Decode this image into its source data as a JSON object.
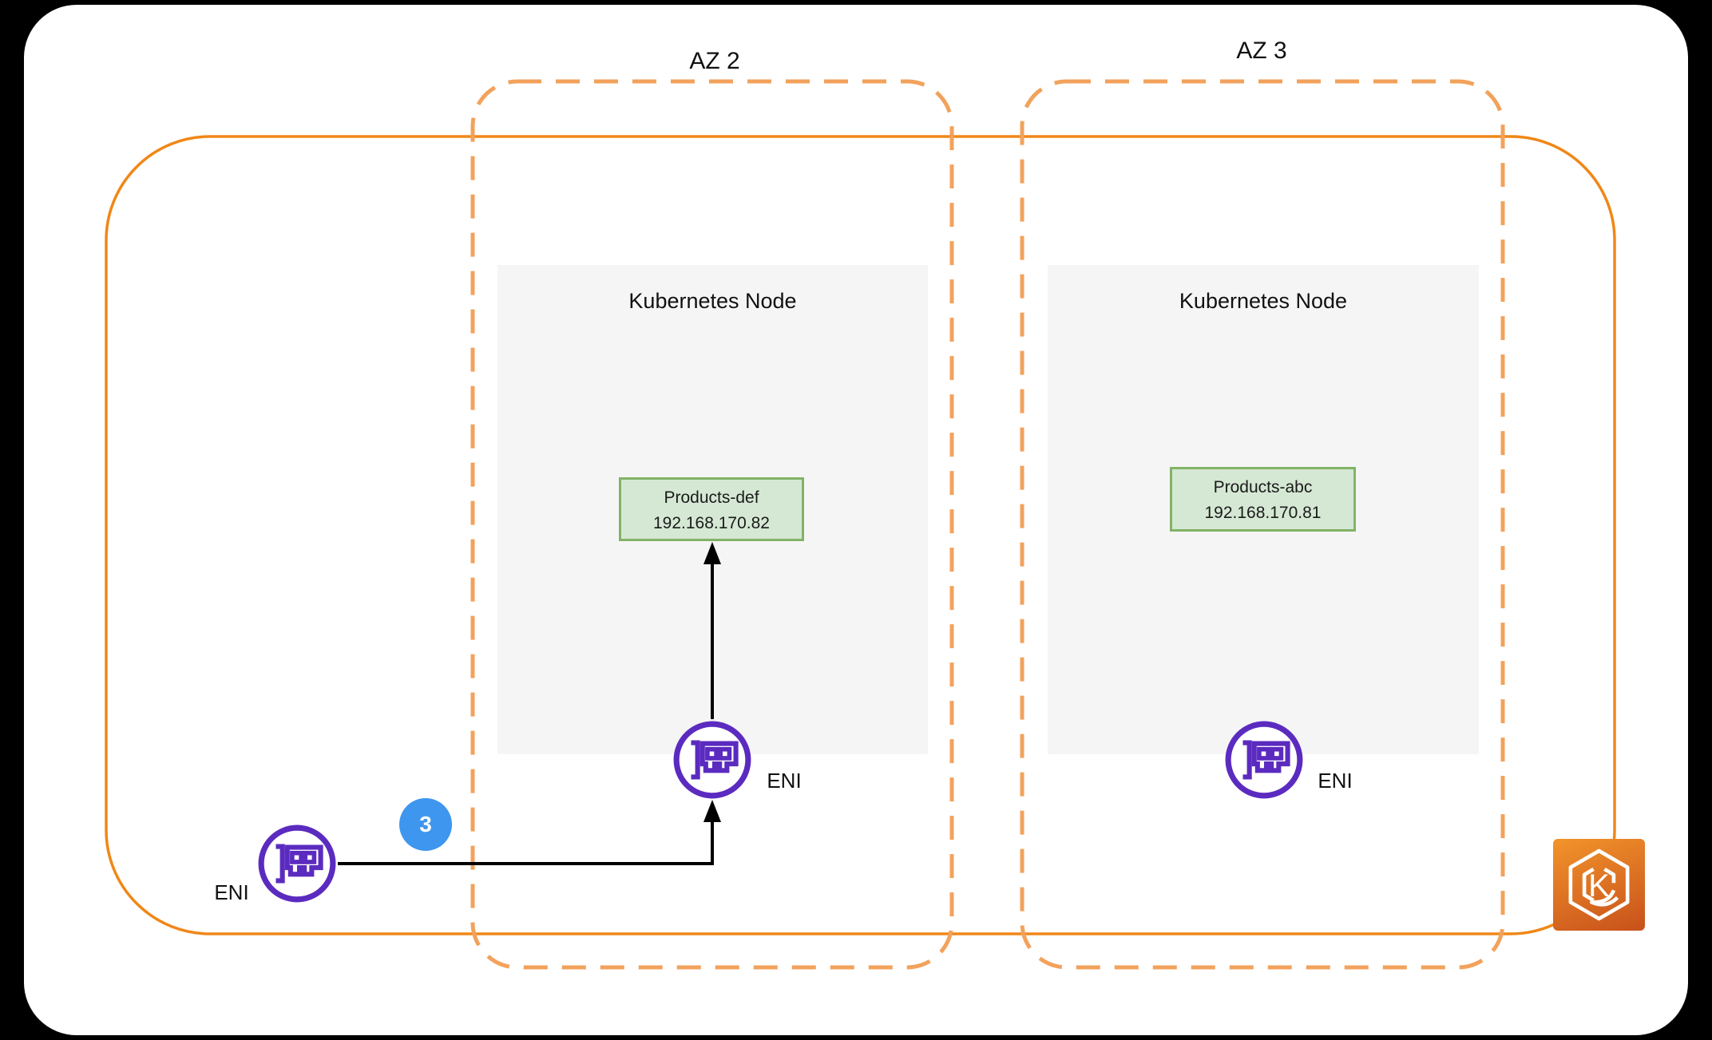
{
  "colors": {
    "canvas-bg": "#000000",
    "page-bg": "#ffffff",
    "vpc-border": "#f08718",
    "az-border": "#f2a25c",
    "node-bg": "#f5f5f5",
    "pod-bg": "#d5e8d4",
    "pod-border": "#82b366",
    "eni-purple": "#5b2bc0",
    "badge-blue": "#3e96ee",
    "arrow-black": "#000000",
    "eks-grad-top": "#f2942b",
    "eks-grad-bottom": "#c8511b",
    "text-dark": "#111111"
  },
  "diagram": {
    "azs": [
      {
        "label": "AZ 2"
      },
      {
        "label": "AZ 3"
      }
    ],
    "nodes": [
      {
        "title": "Kubernetes Node",
        "pod": {
          "name": "Products-def",
          "ip": "192.168.170.82"
        },
        "eni_label": "ENI"
      },
      {
        "title": "Kubernetes Node",
        "pod": {
          "name": "Products-abc",
          "ip": "192.168.170.81"
        },
        "eni_label": "ENI"
      }
    ],
    "external_eni": {
      "label": "ENI"
    },
    "step_badge": {
      "value": "3"
    },
    "eks": {
      "letter": "K"
    }
  }
}
